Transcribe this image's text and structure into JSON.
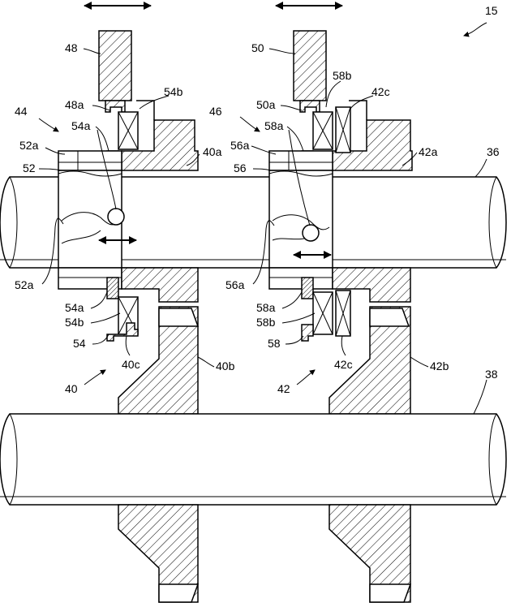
{
  "figure": {
    "ref_number": "15",
    "labels": {
      "l48": "48",
      "l50": "50",
      "l48a": "48a",
      "l54b_top": "54b",
      "l58b_top": "58b",
      "l42c_top": "42c",
      "l50a": "50a",
      "l44": "44",
      "l54a_top": "54a",
      "l46": "46",
      "l58a_top": "58a",
      "l52a_top": "52a",
      "l56a_top": "56a",
      "l40a": "40a",
      "l42a": "42a",
      "l36": "36",
      "l52": "52",
      "l56": "56",
      "l52a_bot": "52a",
      "l56a_bot": "56a",
      "l54a_bot": "54a",
      "l54b_bot": "54b",
      "l54": "54",
      "l58a_bot": "58a",
      "l58b_bot": "58b",
      "l58": "58",
      "l40c": "40c",
      "l40b": "40b",
      "l42c_bot": "42c",
      "l42b": "42b",
      "l40": "40",
      "l42": "42",
      "l38": "38"
    }
  }
}
